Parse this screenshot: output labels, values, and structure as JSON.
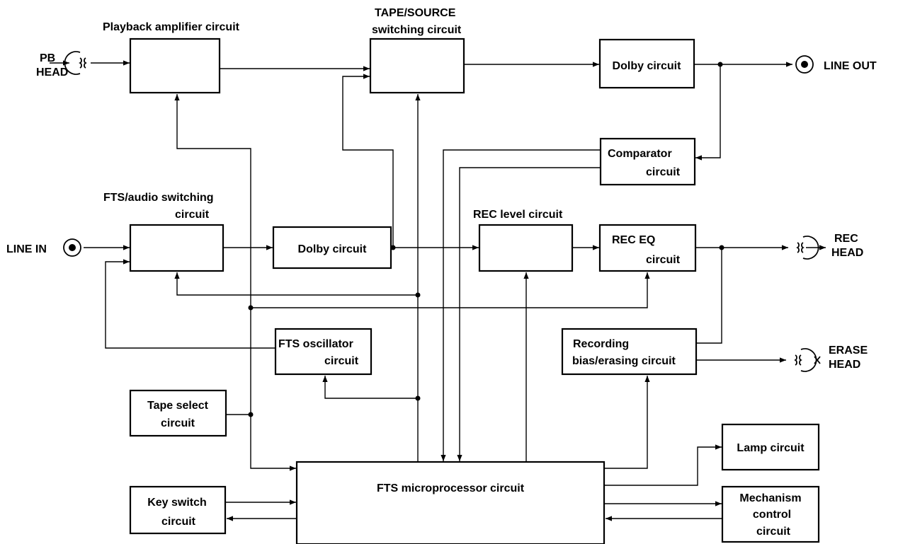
{
  "diagram": {
    "type": "block-diagram",
    "blocks": {
      "playback_amp": "Playback amplifier circuit",
      "tape_source_1": "TAPE/SOURCE",
      "tape_source_2": "switching circuit",
      "dolby_out": "Dolby circuit",
      "comparator_1": "Comparator",
      "comparator_2": "circuit",
      "fts_audio_1": "FTS/audio switching",
      "fts_audio_2": "circuit",
      "dolby_in": "Dolby circuit",
      "rec_level": "REC level circuit",
      "rec_eq_1": "REC EQ",
      "rec_eq_2": "circuit",
      "fts_osc_1": "FTS oscillator",
      "fts_osc_2": "circuit",
      "rec_bias_1": "Recording",
      "rec_bias_2": "bias/erasing circuit",
      "tape_select_1": "Tape select",
      "tape_select_2": "circuit",
      "microprocessor": "FTS microprocessor circuit",
      "lamp": "Lamp circuit",
      "key_switch_1": "Key switch",
      "key_switch_2": "circuit",
      "mechanism_1": "Mechanism",
      "mechanism_2": "control",
      "mechanism_3": "circuit"
    },
    "terminals": {
      "pb_head_1": "PB",
      "pb_head_2": "HEAD",
      "line_out": "LINE OUT",
      "line_in": "LINE IN",
      "rec_head_1": "REC",
      "rec_head_2": "HEAD",
      "erase_head_1": "ERASE",
      "erase_head_2": "HEAD"
    }
  }
}
